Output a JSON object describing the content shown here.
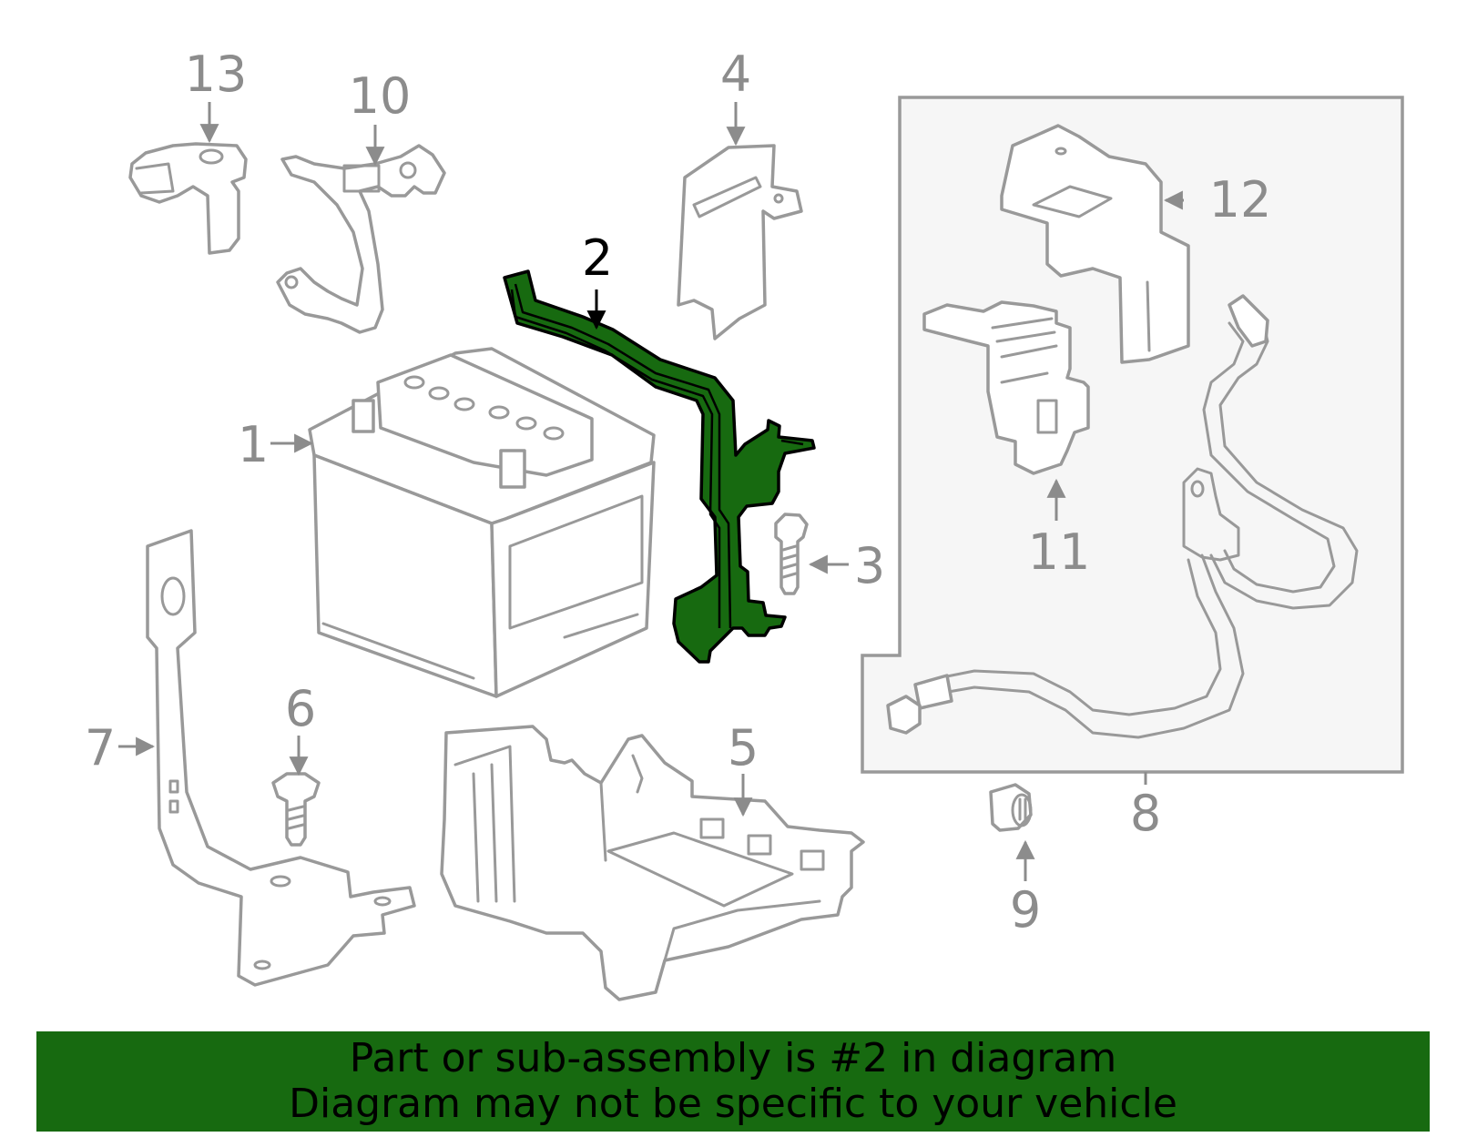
{
  "callouts": {
    "c1": "1",
    "c2": "2",
    "c3": "3",
    "c4": "4",
    "c5": "5",
    "c6": "6",
    "c7": "7",
    "c8": "8",
    "c9": "9",
    "c10": "10",
    "c11": "11",
    "c12": "12",
    "c13": "13"
  },
  "highlighted_part": "2",
  "colors": {
    "highlight_fill": "#176a10",
    "line": "#999999",
    "label": "#8c8c8c",
    "banner_bg": "#176a10",
    "inset_bg": "#f6f6f6"
  },
  "banner": {
    "line1": "Part or sub-assembly is #2 in diagram",
    "line2": "Diagram may not be specific to your vehicle"
  }
}
